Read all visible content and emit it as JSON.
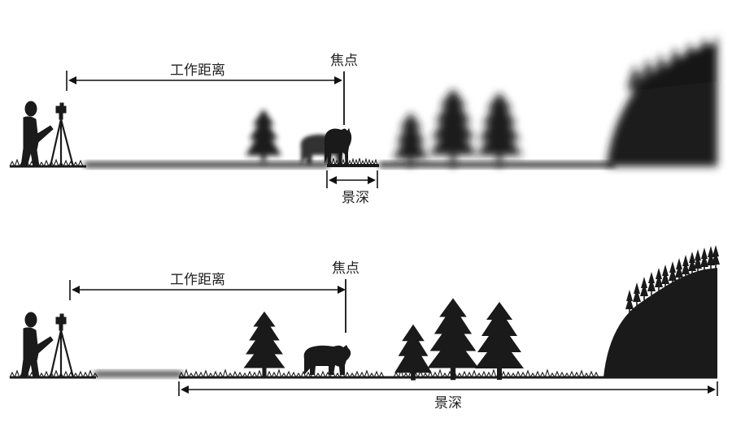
{
  "colors": {
    "silhouette": "#1a1a1a",
    "line": "#111111",
    "label": "#222222",
    "background": "#ffffff"
  },
  "panels": [
    {
      "id": "shallow",
      "working_distance_label": "工作距离",
      "focus_label": "焦点",
      "depth_of_field_label": "景深"
    },
    {
      "id": "deep",
      "working_distance_label": "工作距离",
      "focus_label": "焦点",
      "depth_of_field_label": "景深"
    }
  ]
}
